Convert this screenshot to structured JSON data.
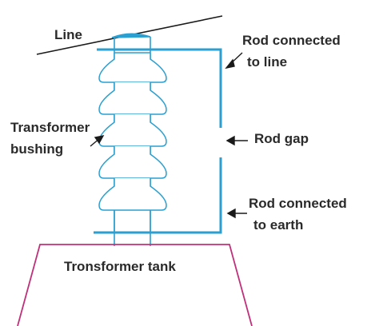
{
  "labels": {
    "line": "Line",
    "rod_line_1": "Rod connected",
    "rod_line_2": "to line",
    "rod_gap": "Rod gap",
    "bushing_1": "Transformer",
    "bushing_2": "bushing",
    "rod_earth_1": "Rod connected",
    "rod_earth_2": "to earth",
    "tank": "Tronsformer tank"
  },
  "colors": {
    "bushing": "#2a9fd0",
    "rod": "#2a9fd0",
    "line_wire": "#1a1a1a",
    "tank": "#c0307a",
    "arrow": "#1a1a1a",
    "text": "#2a2a2a"
  }
}
